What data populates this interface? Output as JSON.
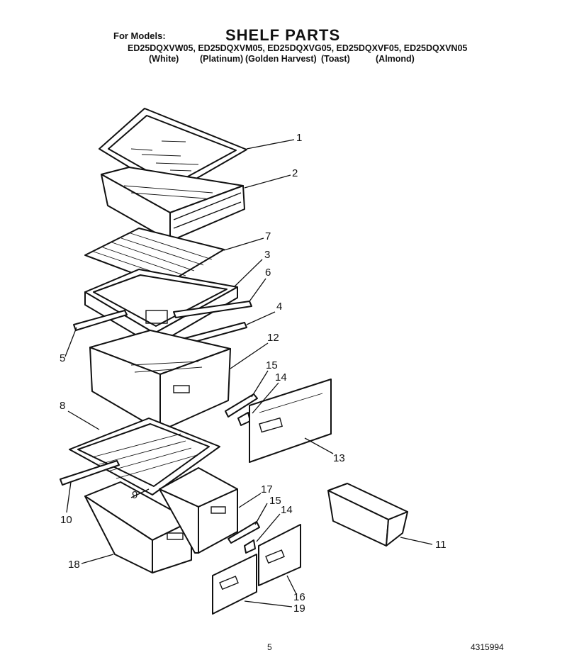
{
  "header": {
    "for_models_label": "For Models:",
    "title": "SHELF PARTS",
    "models_line": "ED25DQXVW05, ED25DQXVM05, ED25DQXVG05, ED25DQXVF05, ED25DQXVN05",
    "colors": [
      "(White)",
      "(Platinum)",
      "(Golden Harvest)",
      "(Toast)",
      "(Almond)"
    ]
  },
  "callouts": {
    "c1": "1",
    "c2": "2",
    "c7": "7",
    "c3": "3",
    "c6": "6",
    "c4": "4",
    "c5": "5",
    "c12": "12",
    "c15a": "15",
    "c14a": "14",
    "c8": "8",
    "c13": "13",
    "c10": "10",
    "c9": "9",
    "c17": "17",
    "c15b": "15",
    "c14b": "14",
    "c11": "11",
    "c18": "18",
    "c16": "16",
    "c19": "19"
  },
  "footer": {
    "page_number": "5",
    "doc_number": "4315994"
  }
}
